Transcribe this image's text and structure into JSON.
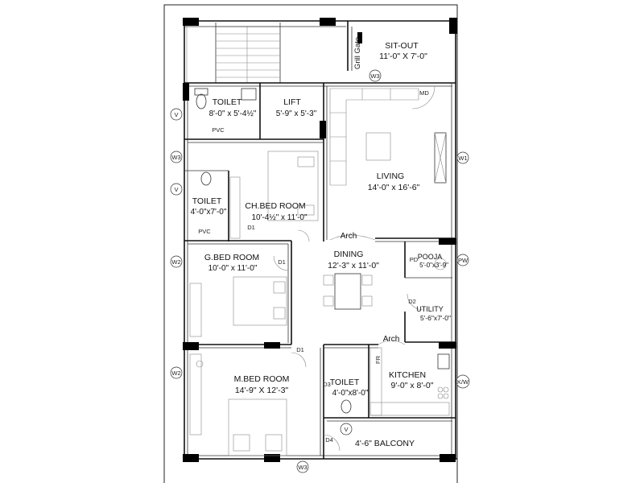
{
  "plan": {
    "rooms": [
      {
        "id": "sitout",
        "name": "SIT-OUT",
        "dims": "11'-0\" X 7'-0\""
      },
      {
        "id": "toilet1",
        "name": "TOILET",
        "dims": "8'-0\" x 5'-4½\""
      },
      {
        "id": "lift",
        "name": "LIFT",
        "dims": "5'-9\" x 5'-3\""
      },
      {
        "id": "living",
        "name": "LIVING",
        "dims": "14'-0\" x 16'-6\""
      },
      {
        "id": "toilet2",
        "name": "TOILET",
        "dims": "4'-0\"x7'-0\""
      },
      {
        "id": "chbed",
        "name": "CH.BED ROOM",
        "dims": "10'-4½\" x 11'-0\""
      },
      {
        "id": "gbed",
        "name": "G.BED ROOM",
        "dims": "10'-0\" x 11'-0\""
      },
      {
        "id": "dining",
        "name": "DINING",
        "dims": "12'-3\" x 11'-0\""
      },
      {
        "id": "pooja",
        "name": "POOJA",
        "dims": "5'-0\"x3'-9\""
      },
      {
        "id": "utility",
        "name": "UTILITY",
        "dims": "5'-6\"x7'-0\""
      },
      {
        "id": "mbed",
        "name": "M.BED ROOM",
        "dims": "14'-9\" X 12'-3\""
      },
      {
        "id": "toilet3",
        "name": "TOILET",
        "dims": "4'-0\"x8'-0\""
      },
      {
        "id": "kitchen",
        "name": "KITCHEN",
        "dims": "9'-0\" x 8'-0\""
      },
      {
        "id": "balcony",
        "name": "4'-6\" BALCONY",
        "dims": ""
      }
    ],
    "labels": {
      "grill_gate": "Grill Gate",
      "arch1": "Arch",
      "arch2": "Arch",
      "md": "MD",
      "pd": "PD",
      "fr": "FR",
      "pvc1": "PVC",
      "pvc2": "PVC",
      "d1_chbed": "D1",
      "d1_gbed": "D1",
      "d1_mbed": "D1",
      "d2": "D2",
      "d3": "D3",
      "d4": "D4"
    },
    "tags": {
      "w3_top": "W3",
      "v1": "V",
      "w3_left": "W3",
      "v2": "V",
      "w1": "W1",
      "w2_gbed": "W2",
      "pw": "PW",
      "w2_mbed": "W2",
      "kw": "K/W",
      "v3": "V",
      "w3_bottom": "W3"
    }
  }
}
